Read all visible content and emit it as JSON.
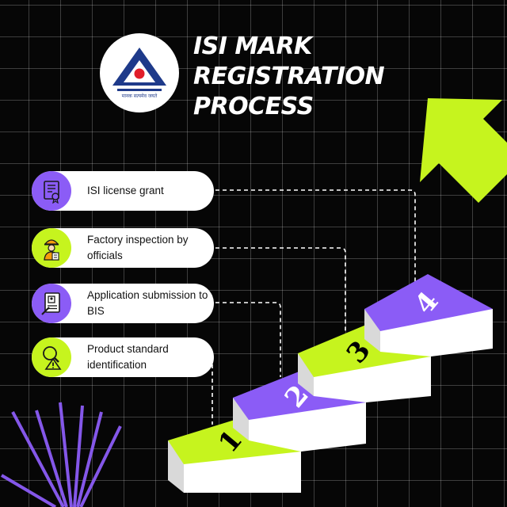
{
  "header": {
    "title_lines": [
      "ISI MARK",
      "REGISTRATION",
      "PROCESS"
    ],
    "logo": {
      "name": "bis-logo",
      "caption": "मानक  सत्यमेव जयते"
    }
  },
  "steps": [
    {
      "label": "ISI license grant",
      "step_number": "4",
      "icon": "certificate-icon",
      "color": "#8b5cf6"
    },
    {
      "label": "Factory inspection by officials",
      "step_number": "3",
      "icon": "inspector-icon",
      "color": "#c6f41e"
    },
    {
      "label": "Application submission to BIS",
      "step_number": "2",
      "icon": "document-icon",
      "color": "#8b5cf6"
    },
    {
      "label": "Product standard identification",
      "step_number": "1",
      "icon": "search-warning-icon",
      "color": "#c6f41e"
    }
  ],
  "colors": {
    "purple": "#8b5cf6",
    "lime": "#c6f41e",
    "background": "#060606",
    "white": "#ffffff"
  },
  "decorations": [
    "arrow-up-left-icon",
    "burst-lines"
  ]
}
